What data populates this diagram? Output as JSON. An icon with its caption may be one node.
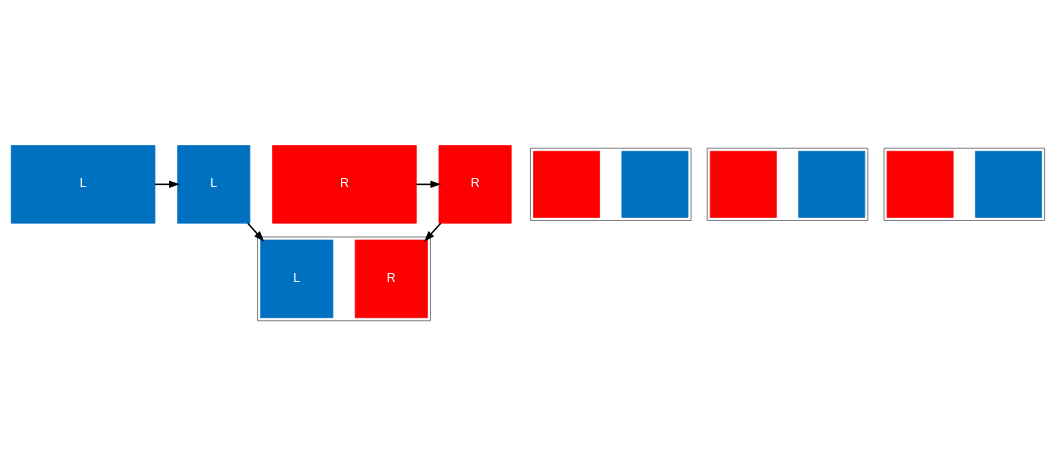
{
  "diagram": {
    "nodes": [
      {
        "text": [
          "L"
        ]
      },
      {
        "text": [
          "R"
        ]
      },
      {
        "text": [
          "L"
        ]
      },
      {
        "text": [
          "R"
        ]
      },
      {
        "text": [],
        "shape": "box"
      },
      {
        "text": [],
        "shape": "box",
        "in": 4
      },
      {
        "text": [],
        "shape": "box",
        "in": 4
      },
      {
        "text": [],
        "shape": "box"
      },
      {
        "text": [],
        "shape": "box",
        "in": 7
      },
      {
        "text": [],
        "shape": "box",
        "in": 7
      },
      {
        "text": [],
        "shape": "box"
      },
      {
        "text": [],
        "shape": "box",
        "in": 10
      },
      {
        "text": [],
        "shape": "box",
        "in": 10
      },
      {
        "text": [],
        "shape": "box"
      },
      {
        "text": [
          "L"
        ],
        "in": 13
      },
      {
        "text": [
          "R"
        ],
        "in": 13
      }
    ],
    "edges": [
      {
        "from": 0,
        "to": 2,
        "arrow": "to"
      },
      {
        "from": 1,
        "to": 3,
        "arrow": "to"
      },
      {
        "from": 2,
        "to": 14,
        "arrow": "to"
      },
      {
        "from": 3,
        "to": 15,
        "arrow": "to"
      }
    ]
  }
}
